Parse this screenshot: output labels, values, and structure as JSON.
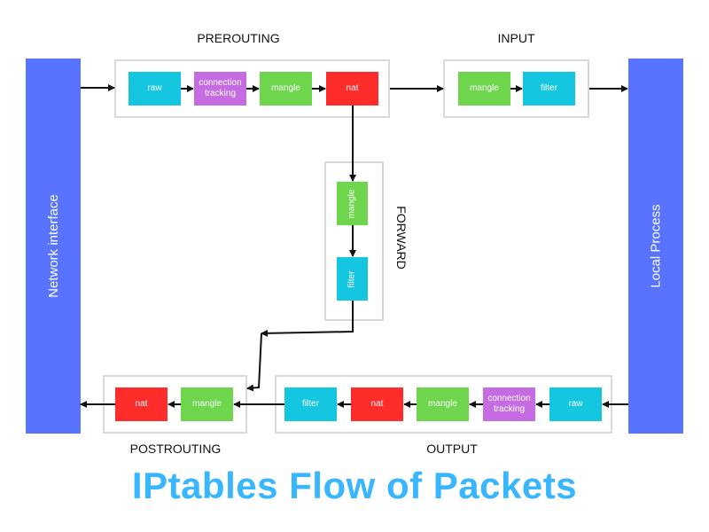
{
  "title": "IPtables Flow of Packets",
  "sides": {
    "left": "Network interface",
    "right": "Local Process"
  },
  "groups": {
    "prerouting": {
      "label": "PREROUTING",
      "chains": [
        "raw",
        "connection tracking",
        "mangle",
        "nat"
      ]
    },
    "input": {
      "label": "INPUT",
      "chains": [
        "mangle",
        "filter"
      ]
    },
    "forward": {
      "label": "FORWARD",
      "chains": [
        "mangle",
        "filter"
      ]
    },
    "output": {
      "label": "OUTPUT",
      "chains": [
        "filter",
        "nat",
        "mangle",
        "connection tracking",
        "raw"
      ]
    },
    "postrouting": {
      "label": "POSTROUTING",
      "chains": [
        "nat",
        "mangle"
      ]
    }
  },
  "colors": {
    "interface_bar": "#5773ff",
    "raw_filter": "#14c6e0",
    "connection_tracking": "#c56ce3",
    "mangle": "#6ed64c",
    "nat": "#ff2c2c",
    "title": "#38b6ff"
  }
}
